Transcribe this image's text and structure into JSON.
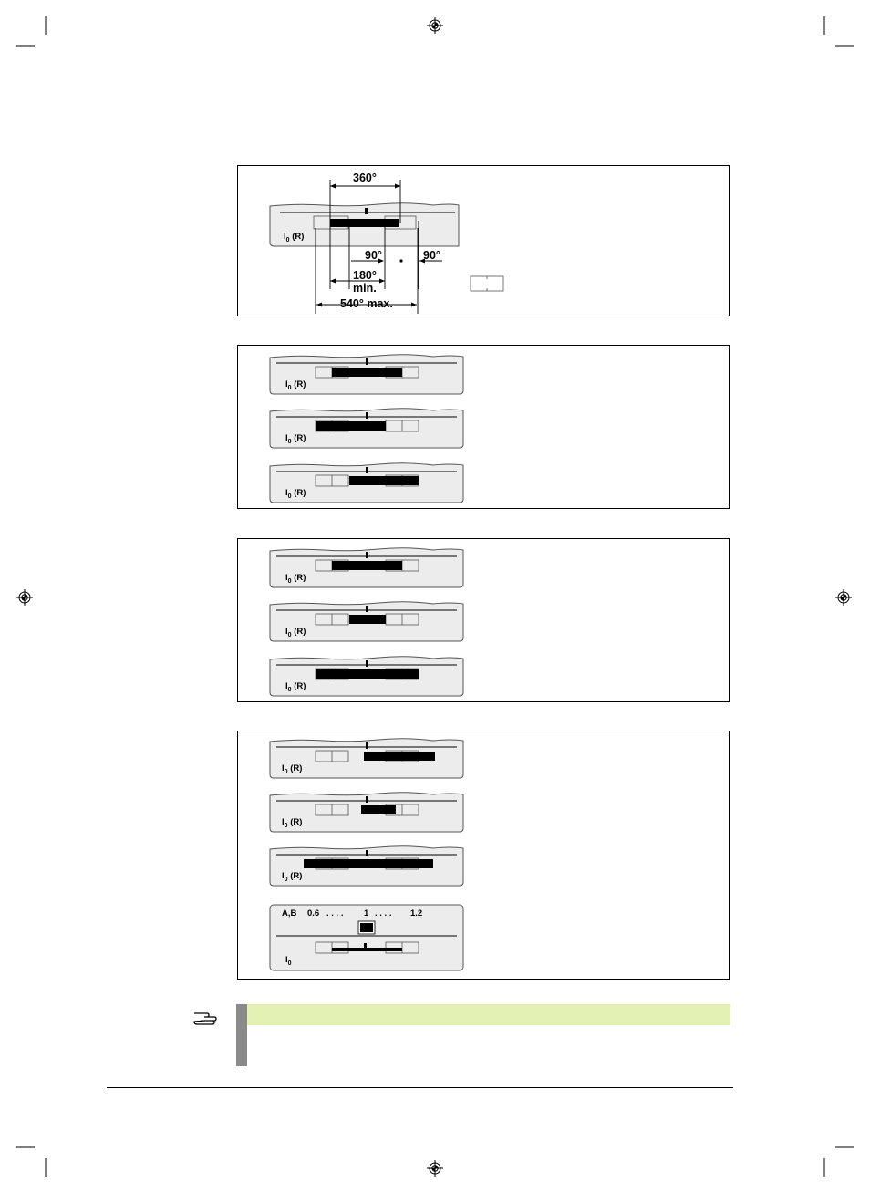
{
  "figure1": {
    "dim_top": "360°",
    "dim_90_left": "90°",
    "dim_90_right": "90°",
    "dim_180": "180°",
    "dim_min": "min.",
    "dim_540": "540° max."
  },
  "display_label_main": "I",
  "display_label_sub": "0",
  "display_label_suffix": "(R)",
  "phase_display": {
    "label": "A,B",
    "scale_left": "0.6",
    "scale_dots_left": ". . . .",
    "scale_mid": "1",
    "scale_dots_right": ". . . .",
    "scale_right": "1.2",
    "ref_label_main": "I",
    "ref_label_sub": "0"
  },
  "hint": {
    "icon": "pointing-hand-icon",
    "band_color": "#e3f2b4",
    "bar_color": "#8a8a8a"
  }
}
